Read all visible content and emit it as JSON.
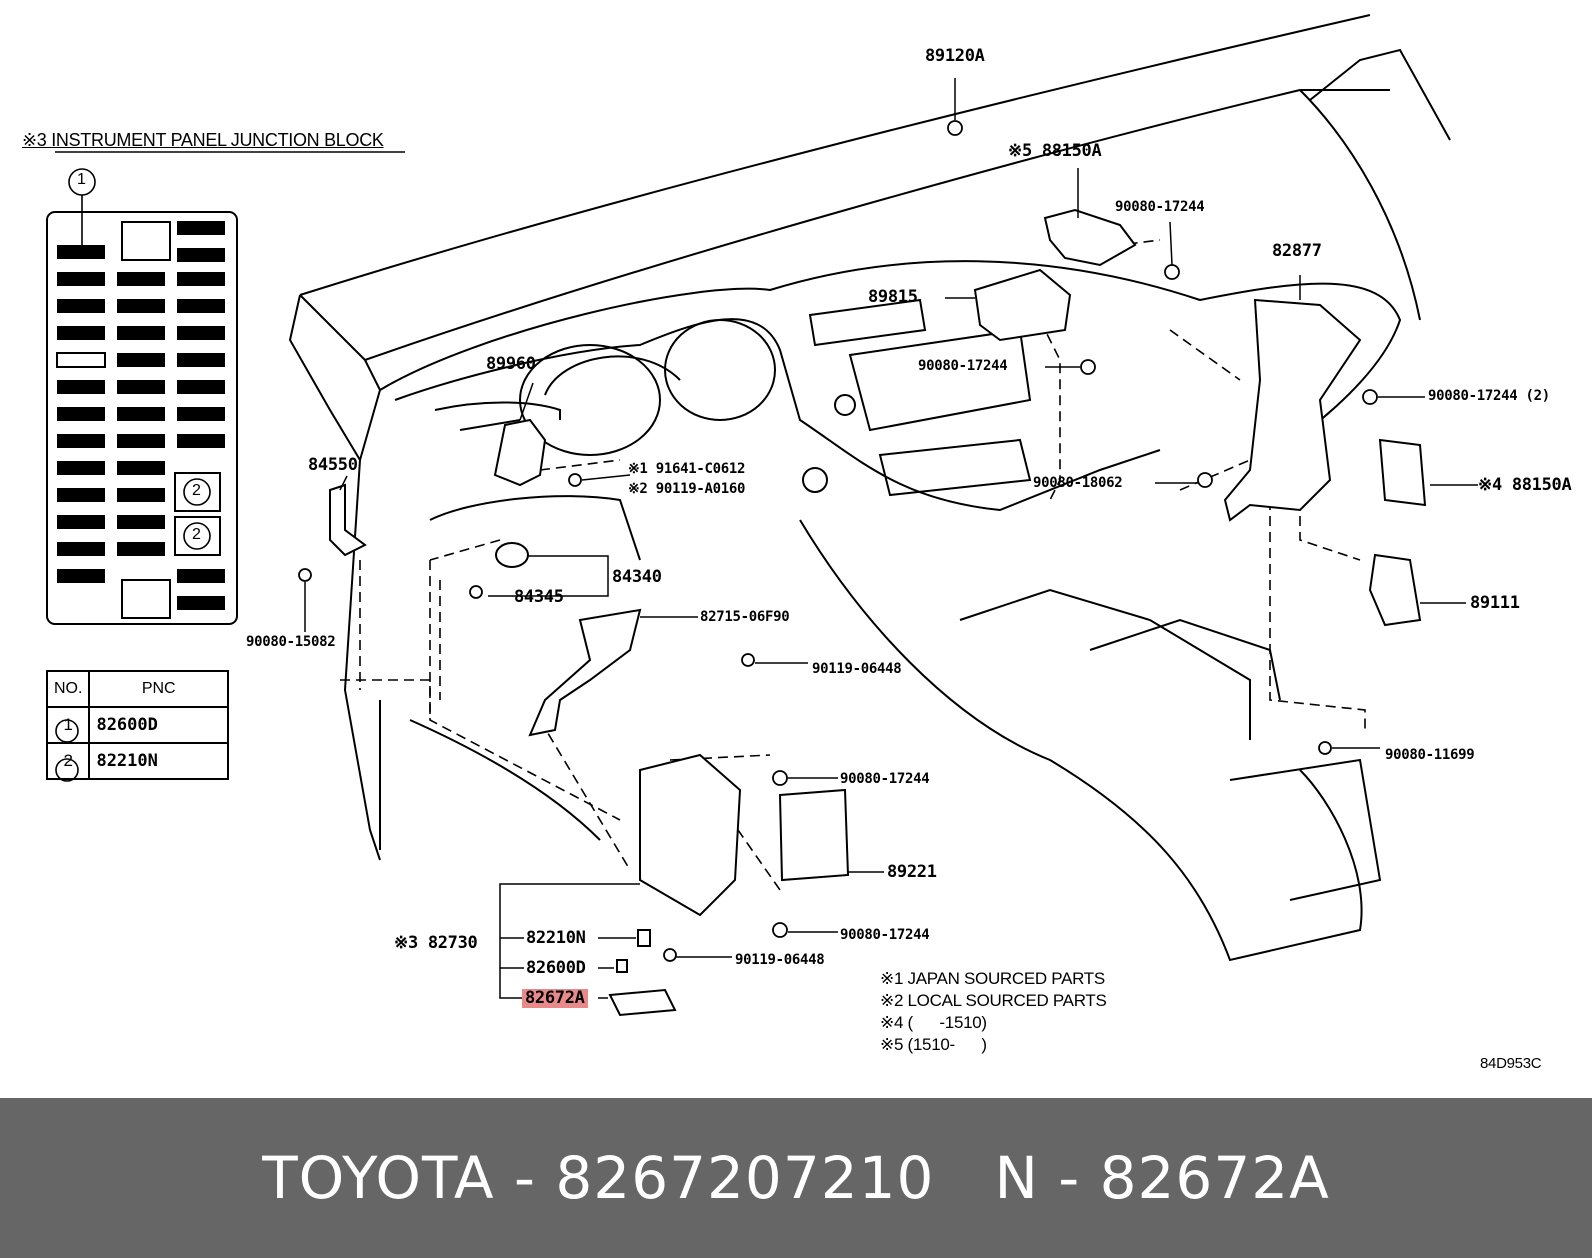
{
  "title": "※3 INSTRUMENT PANEL JUNCTION BLOCK",
  "callout_numbers": [
    "1",
    "2",
    "2"
  ],
  "table": {
    "headers": [
      "NO.",
      "PNC"
    ],
    "rows": [
      {
        "no": "1",
        "pnc": "82600D"
      },
      {
        "no": "2",
        "pnc": "82210N"
      }
    ]
  },
  "labels": {
    "p89120A": "89120A",
    "p88150A_5": "※5 88150A",
    "p90080_17244_a": "90080-17244",
    "p82877": "82877",
    "p89815": "89815",
    "p90080_17244_b": "90080-17244",
    "p90080_17244_2": "90080-17244 (2)",
    "p89960": "89960",
    "p91641": "※1 91641-C0612",
    "p90119_A0160": "※2 90119-A0160",
    "p90080_18062": "90080-18062",
    "p88150A_4": "※4 88150A",
    "p84550": "84550",
    "p84340": "84340",
    "p84345": "84345",
    "p82715": "82715-06F90",
    "p89111": "89111",
    "p90080_15082": "90080-15082",
    "p90119_06448_a": "90119-06448",
    "p90080_11699": "90080-11699",
    "p90080_17244_c": "90080-17244",
    "p89221": "89221",
    "p90080_17244_d": "90080-17244",
    "p82730": "※3 82730",
    "p82210N": "82210N",
    "p82600D": "82600D",
    "p82672A": "82672A",
    "p90119_06448_b": "90119-06448"
  },
  "notes": [
    "※1 JAPAN SOURCED PARTS",
    "※2 LOCAL SOURCED PARTS",
    "※4 (      -1510)",
    "※5 (1510-      )"
  ],
  "diagram_code": "84D953C",
  "footer": {
    "brand_part": "TOYOTA - 8267207210",
    "ref": "N - 82672A"
  },
  "colors": {
    "highlight": "#e88a8a",
    "footer_bg": "#666666",
    "footer_text": "#ffffff"
  }
}
